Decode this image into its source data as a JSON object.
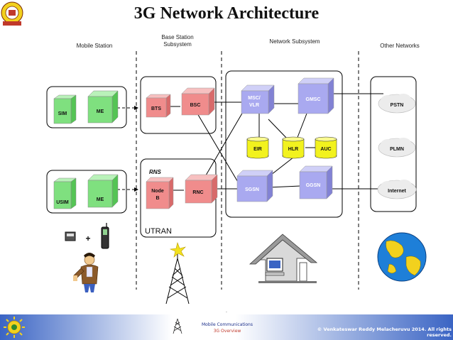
{
  "title": "3G Network Architecture",
  "columns": {
    "mobile_station": "Mobile Station",
    "bss_line1": "Base Station",
    "bss_line2": "Subsystem",
    "network_subsystem": "Network Subsystem",
    "other_networks": "Other Networks"
  },
  "nodes": {
    "sim": "SIM",
    "me_top": "ME",
    "usim": "USIM",
    "me_bottom": "ME",
    "bts": "BTS",
    "bsc": "BSC",
    "rns_label": "RNS",
    "node_b_line1": "Node",
    "node_b_line2": "B",
    "rnc": "RNC",
    "utran": "UTRAN",
    "msc_line1": "MSC/",
    "msc_line2": "VLR",
    "gmsc": "GMSC",
    "eir": "EIR",
    "hlr": "HLR",
    "auc": "AUC",
    "sgsn": "SGSN",
    "ggsn": "GGSN",
    "pstn": "PSTN",
    "plmn": "PLMN",
    "internet": "Internet",
    "plus": "+"
  },
  "footer": {
    "center_line1": "Mobile Communications",
    "center_line2": "3G Overview",
    "copyright": "© Venkateswar Reddy Melacheruvu 2014. All rights reserved."
  },
  "colors": {
    "green": "#7fe07f",
    "pink": "#f08c8c",
    "purple": "#a9a9f0",
    "yellow": "#f2f21e",
    "footer_blue": "#3a64c4"
  }
}
